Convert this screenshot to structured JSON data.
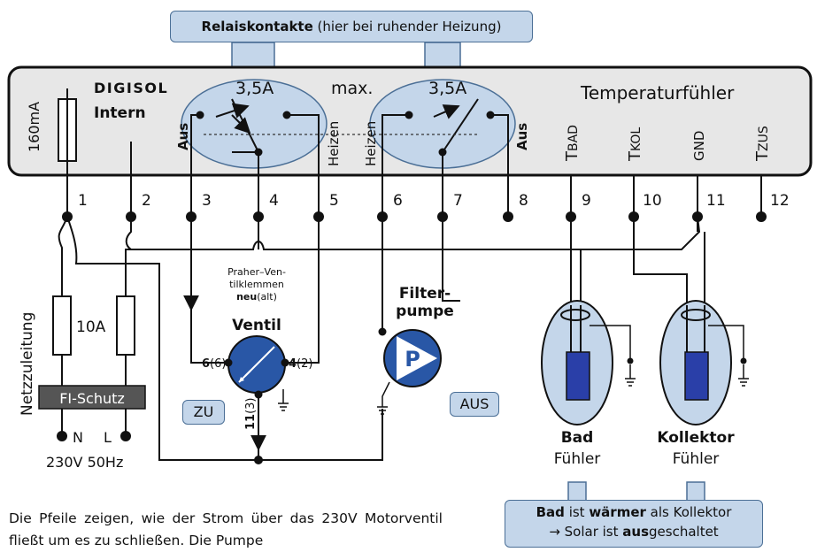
{
  "header": {
    "relay_title_bold": "Relaiskontakte",
    "relay_title_rest": " (hier bei ruhender Heizung)"
  },
  "device": {
    "brand": "DIGISOL",
    "intern": "Intern",
    "fuse_label": "160mA",
    "current_left": "3,5A",
    "current_max": "max.",
    "current_right": "3,5A",
    "sensors_title": "Temperaturfühler",
    "left_aus": "Aus",
    "left_heizen": "Heizen",
    "right_heizen": "Heizen",
    "right_aus": "Aus",
    "sensor_labels": [
      {
        "main": "T",
        "sub": "BAD"
      },
      {
        "main": "T",
        "sub": "KOL"
      },
      {
        "main": "GND",
        "sub": ""
      },
      {
        "main": "T",
        "sub": "ZUS"
      }
    ]
  },
  "terminals": [
    "1",
    "2",
    "3",
    "4",
    "5",
    "6",
    "7",
    "8",
    "9",
    "10",
    "11",
    "12"
  ],
  "mains": {
    "supply_label": "Netzzuleitung",
    "fuse_label": "10A",
    "rcd_label": "FI-Schutz",
    "n_label": "N",
    "l_label": "L",
    "voltage_label": "230V 50Hz"
  },
  "valve": {
    "note_line1": "Praher–Ven-",
    "note_line2": "tilklemmen",
    "note_line3_bold": "neu",
    "note_line3_rest": "(alt)",
    "title": "Ventil",
    "left_pin_bold": "6",
    "left_pin_rest": "(6)",
    "right_pin_bold": "4",
    "right_pin_rest": "(2)",
    "bottom_pin_bold": "11",
    "bottom_pin_rest": "(3)",
    "state": "ZU"
  },
  "pump": {
    "title_line1": "Filter-",
    "title_line2": "pumpe",
    "symbol": "P",
    "state": "AUS"
  },
  "sensors": {
    "bath_title": "Bad",
    "bath_sub": "Fühler",
    "collector_title": "Kollektor",
    "collector_sub": "Fühler"
  },
  "status_box": {
    "line1_b1": "Bad",
    "line1_t1": " ist ",
    "line1_b2": "wärmer",
    "line1_t2": " als Kollektor",
    "line2_t1": "→ Solar ist ",
    "line2_b1": "aus",
    "line2_t2": "geschaltet"
  },
  "caption": {
    "text": "Die Pfeile zeigen, wie der Strom über das 230V Motorventil fließt um es zu schließen. Die Pumpe"
  },
  "colors": {
    "device_fill": "#e7e7e7",
    "relay_fill": "#c4d6ea",
    "relay_stroke": "#4b6f96",
    "valve_blue": "#2957a6",
    "sensor_blue": "#2a3fa8",
    "rcd_fill": "#555555"
  }
}
